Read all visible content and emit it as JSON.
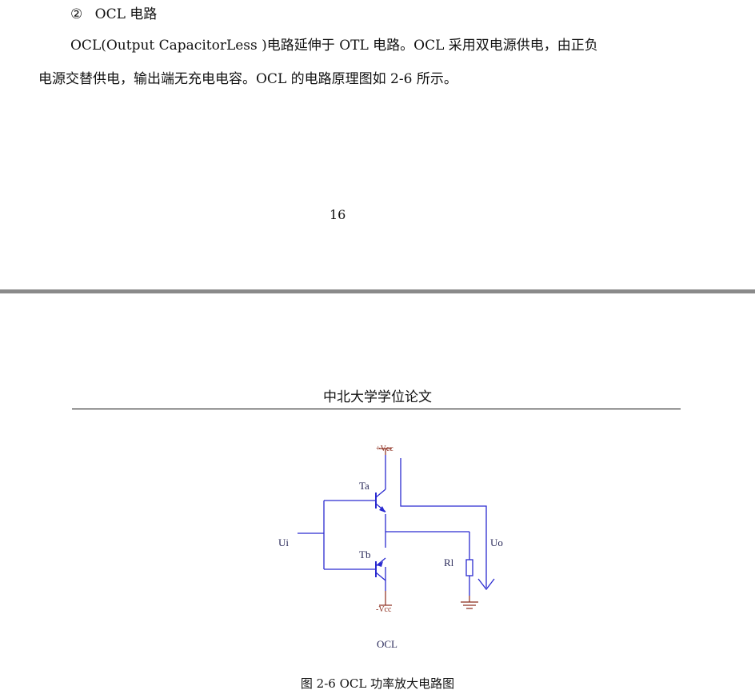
{
  "page_top": {
    "heading": {
      "number": "②",
      "title": "OCL 电路"
    },
    "paragraph_line_1": "OCL(Output  CapacitorLess )电路延伸于 OTL 电路。OCL 采用双电源供电，由正负",
    "paragraph_line_2": "电源交替供电，输出端无充电电容。OCL 的电路原理图如 2-6 所示。",
    "page_number": "16"
  },
  "page_bottom": {
    "running_head": "中北大学学位论文",
    "figure": {
      "labels": {
        "plus_vcc": "+Vcc",
        "minus_vcc": "-Vcc",
        "ta": "Ta",
        "tb": "Tb",
        "ui": "Ui",
        "uo": "Uo",
        "rl": "Rl",
        "ocl": "OCL"
      },
      "colors": {
        "wire": "#2b2bd0",
        "rail": "#8b2a1a",
        "text": "#2a2a5a"
      }
    },
    "caption": "图 2-6 OCL 功率放大电路图"
  }
}
